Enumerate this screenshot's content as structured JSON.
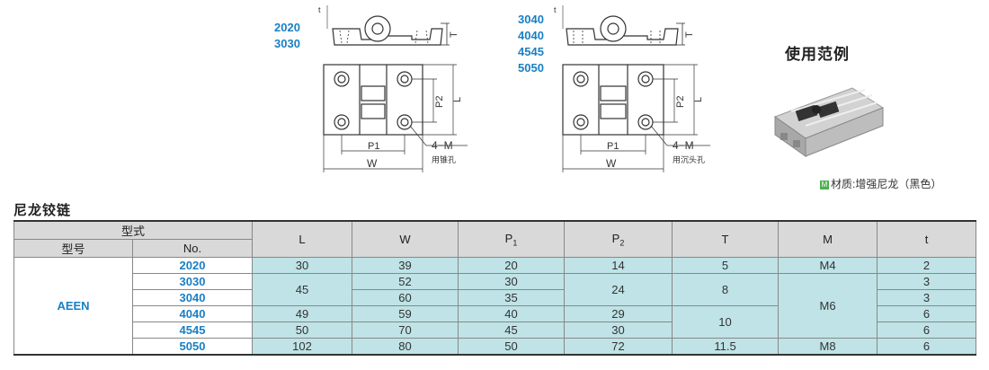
{
  "drawing1": {
    "sizes": [
      "2020",
      "3030"
    ],
    "labels": {
      "t": "t",
      "T": "T",
      "P2": "P2",
      "L": "L",
      "P1": "P1",
      "W": "W",
      "hole": "4−M",
      "hole_note": "用锥孔"
    }
  },
  "drawing2": {
    "sizes": [
      "3040",
      "4040",
      "4545",
      "5050"
    ],
    "labels": {
      "t": "t",
      "T": "T",
      "P2": "P2",
      "L": "L",
      "P1": "P1",
      "W": "W",
      "hole": "4−M",
      "hole_note": "用沉头孔"
    }
  },
  "example": {
    "title": "使用范例",
    "material_badge": "M",
    "material": "材质:增强尼龙（黑色）"
  },
  "table": {
    "title": "尼龙铰链",
    "header": {
      "group": "型式",
      "type_label": "型号",
      "no_label": "No.",
      "columns": [
        "L",
        "W",
        "P",
        "P",
        "T",
        "M",
        "t"
      ],
      "subscripts": [
        "",
        "",
        "1",
        "2",
        "",
        "",
        ""
      ]
    },
    "type_value": "AEEN",
    "rows": [
      {
        "no": "2020",
        "L": "30",
        "W": "39",
        "P1": "20",
        "P2": "14",
        "T": "5",
        "M": "M4",
        "t": "2"
      },
      {
        "no": "3030",
        "L": "45",
        "W": "52",
        "P1": "30",
        "P2": "24",
        "T": "8",
        "M": "M6",
        "t": "3"
      },
      {
        "no": "3040",
        "L": "45",
        "W": "60",
        "P1": "35",
        "P2": "24",
        "T": "8",
        "M": "M6",
        "t": "3"
      },
      {
        "no": "4040",
        "L": "49",
        "W": "59",
        "P1": "40",
        "P2": "29",
        "T": "10",
        "M": "M6",
        "t": "6"
      },
      {
        "no": "4545",
        "L": "50",
        "W": "70",
        "P1": "45",
        "P2": "30",
        "T": "10",
        "M": "M6",
        "t": "6"
      },
      {
        "no": "5050",
        "L": "102",
        "W": "80",
        "P1": "50",
        "P2": "72",
        "T": "11.5",
        "M": "M8",
        "t": "6"
      }
    ]
  }
}
